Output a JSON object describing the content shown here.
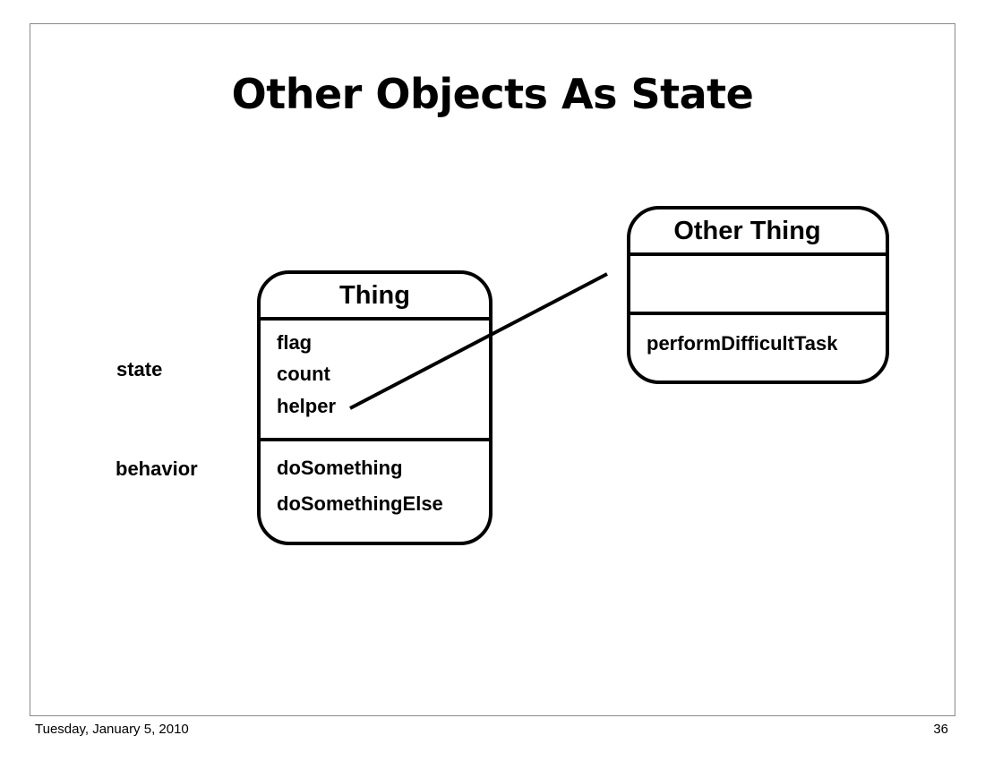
{
  "slide": {
    "title": "Other Objects As State"
  },
  "labels": {
    "state": "state",
    "behavior": "behavior"
  },
  "thing": {
    "title": "Thing",
    "state_fields": [
      "flag",
      "count",
      "helper"
    ],
    "behaviors": [
      "doSomething",
      "doSomethingElse"
    ]
  },
  "other_thing": {
    "title": "Other Thing",
    "behaviors": [
      "performDifficultTask"
    ]
  },
  "footer": {
    "date": "Tuesday, January 5, 2010",
    "page_number": "36"
  }
}
